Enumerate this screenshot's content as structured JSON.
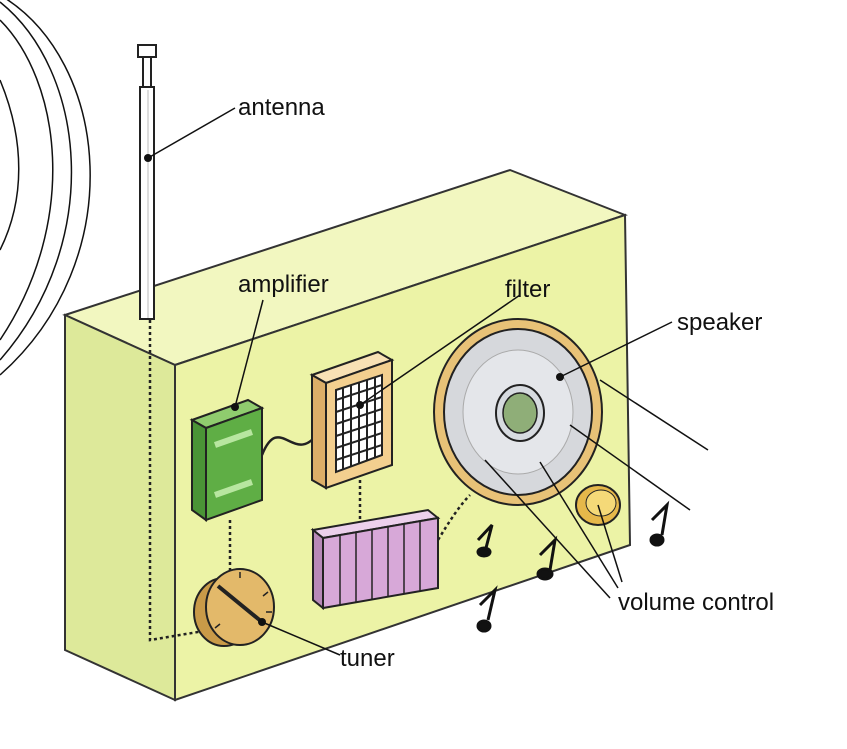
{
  "labels": {
    "antenna": "antenna",
    "amplifier": "amplifier",
    "filter": "filter",
    "speaker": "speaker",
    "volume_control": "volume control",
    "tuner": "tuner"
  },
  "colors": {
    "case_front": "#ecf3a6",
    "case_side": "#dde99a",
    "case_top": "#f2f7c0",
    "amplifier": "#5fae45",
    "filter_frame": "#f3cf8f",
    "speaker_rim": "#e8c277",
    "speaker_cone": "#d6d8dc",
    "speaker_center": "#8fae78",
    "battery": "#d7a8d8",
    "tuner": "#e3b96a",
    "knob": "#f0c85a"
  }
}
